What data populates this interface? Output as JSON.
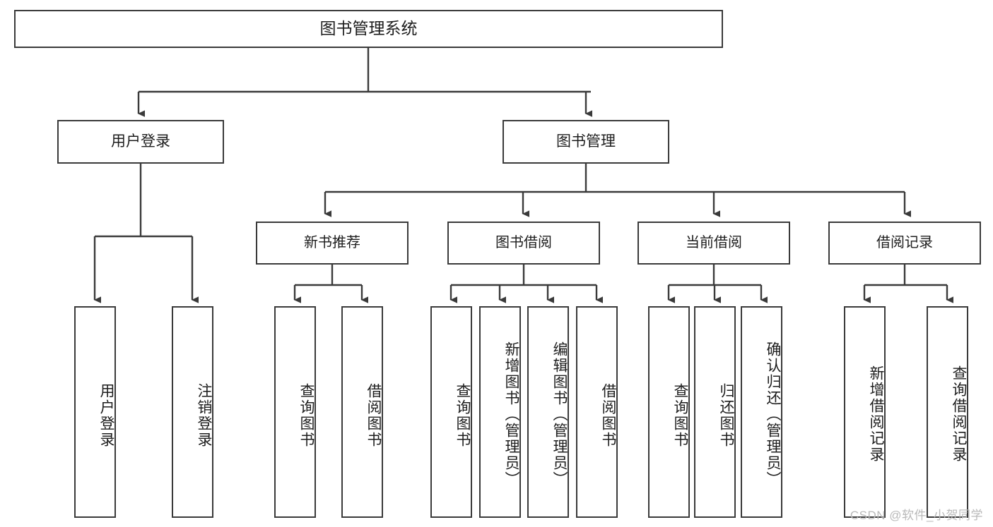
{
  "diagram": {
    "title": "图书管理系统",
    "type": "tree",
    "watermark": "CSDN @软件_小贺同学",
    "style": {
      "border_color": "#3a3a3a",
      "fill_color": "#ffffff",
      "line_color": "#3a3a3a",
      "text_color": "#1d1d1d",
      "watermark_color": "#b9b9b9"
    },
    "root": {
      "id": "root",
      "label": "图书管理系统"
    },
    "level1": [
      {
        "id": "user-login",
        "label": "用户登录"
      },
      {
        "id": "book-manage",
        "label": "图书管理"
      }
    ],
    "level2": [
      {
        "id": "new-book-rec",
        "label": "新书推荐",
        "parent": "book-manage"
      },
      {
        "id": "book-borrow",
        "label": "图书借阅",
        "parent": "book-manage"
      },
      {
        "id": "current-borrow",
        "label": "当前借阅",
        "parent": "book-manage"
      },
      {
        "id": "borrow-record",
        "label": "借阅记录",
        "parent": "book-manage"
      }
    ],
    "leaves": [
      {
        "id": "leaf-user-login",
        "label": "用户登录",
        "parent": "user-login"
      },
      {
        "id": "leaf-logout",
        "label": "注销登录",
        "parent": "user-login"
      },
      {
        "id": "leaf-query-book-1",
        "label": "查询图书",
        "parent": "new-book-rec"
      },
      {
        "id": "leaf-borrow-book-1",
        "label": "借阅图书",
        "parent": "new-book-rec"
      },
      {
        "id": "leaf-query-book-2",
        "label": "查询图书",
        "parent": "book-borrow"
      },
      {
        "id": "leaf-add-book",
        "label": "新增图书（管理员）",
        "parent": "book-borrow"
      },
      {
        "id": "leaf-edit-book",
        "label": "编辑图书（管理员）",
        "parent": "book-borrow"
      },
      {
        "id": "leaf-borrow-book-2",
        "label": "借阅图书",
        "parent": "book-borrow"
      },
      {
        "id": "leaf-query-book-3",
        "label": "查询图书",
        "parent": "current-borrow"
      },
      {
        "id": "leaf-return-book",
        "label": "归还图书",
        "parent": "current-borrow"
      },
      {
        "id": "leaf-confirm-return",
        "label": "确认归还（管理员）",
        "parent": "current-borrow"
      },
      {
        "id": "leaf-add-record",
        "label": "新增借阅记录",
        "parent": "borrow-record"
      },
      {
        "id": "leaf-query-record",
        "label": "查询借阅记录",
        "parent": "borrow-record"
      }
    ]
  }
}
